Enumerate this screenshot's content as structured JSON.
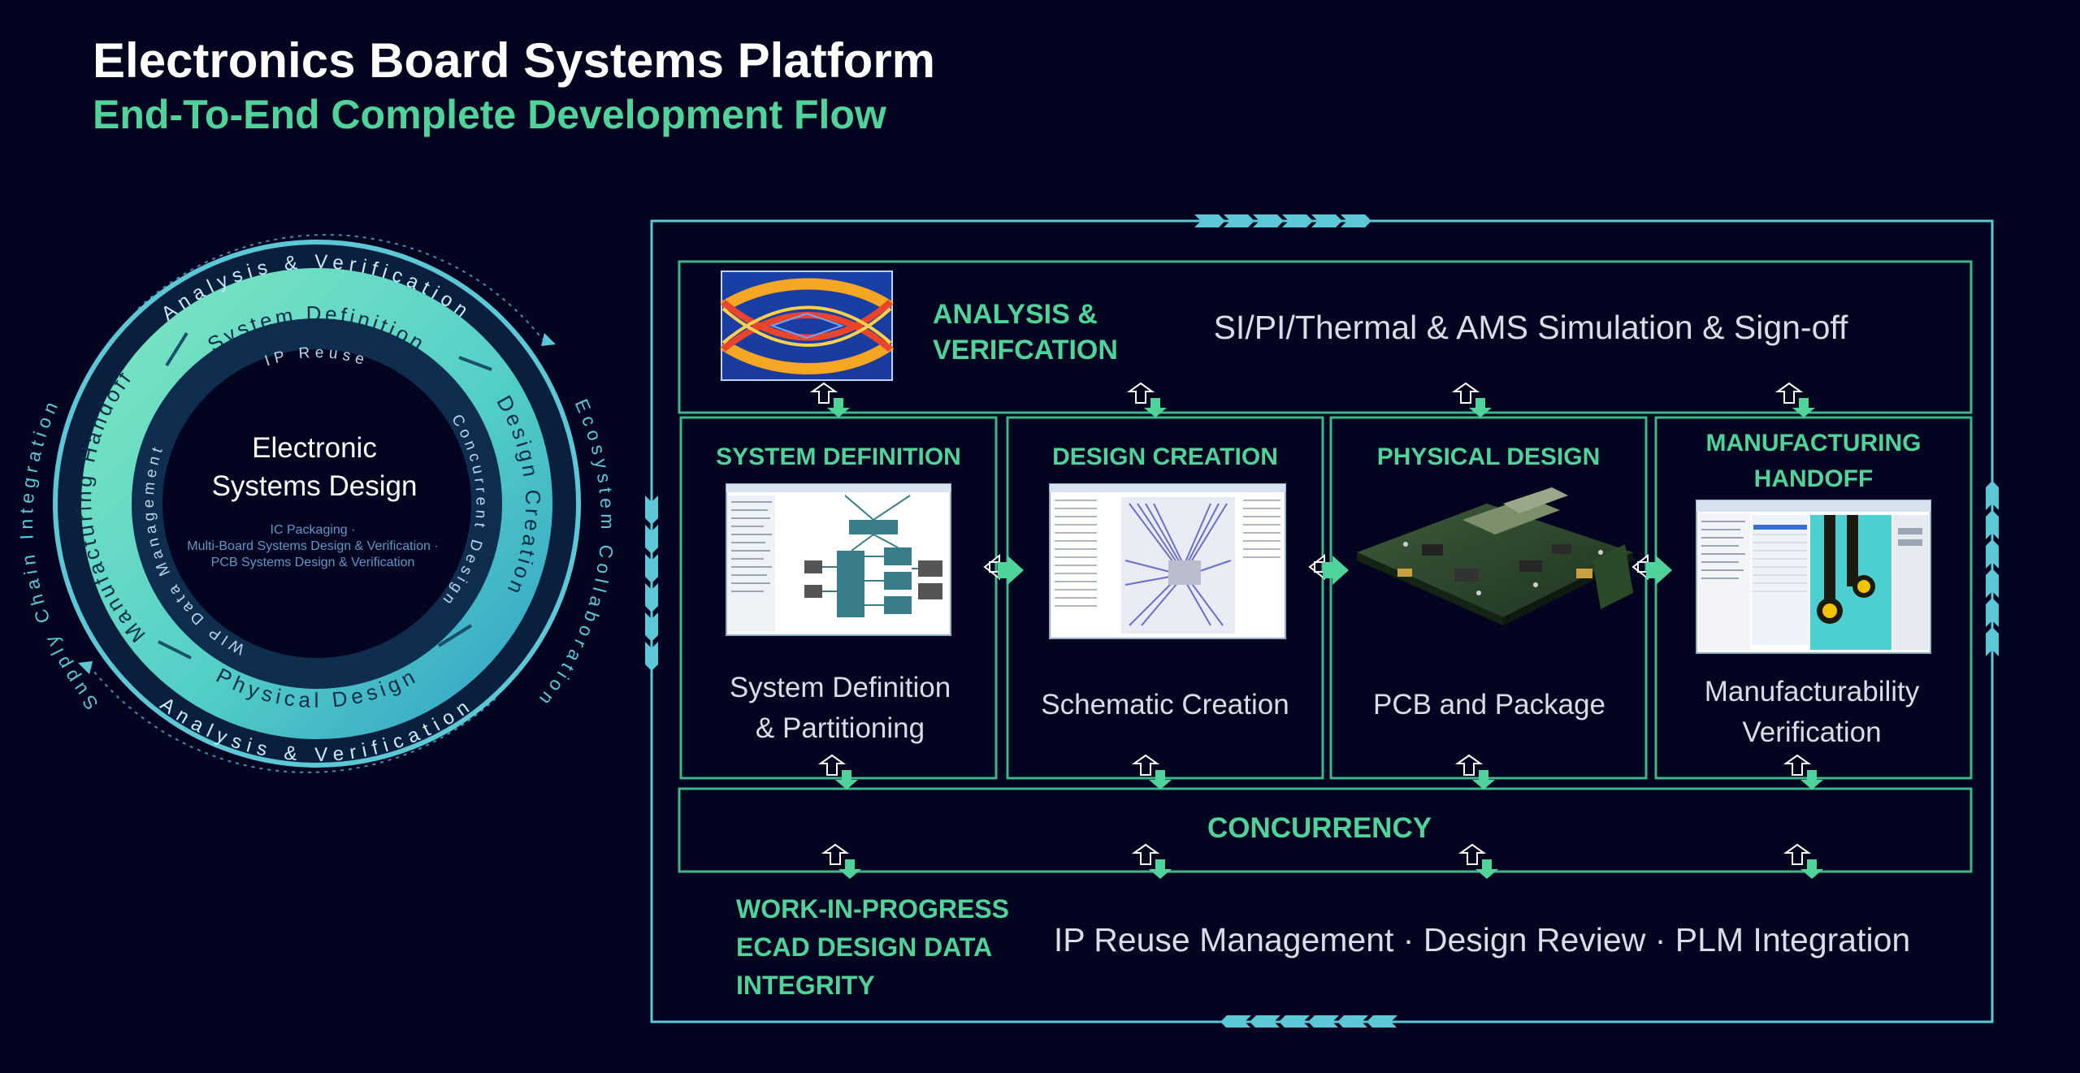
{
  "colors": {
    "background": "#03041f",
    "accent_green": "#4fd39a",
    "frame_cyan": "#5cc8d6",
    "box_green": "#3fb68a"
  },
  "header": {
    "title": "Electronics Board Systems Platform",
    "subtitle": "End-To-End Complete Development Flow"
  },
  "ring": {
    "center_title_line1": "Electronic",
    "center_title_line2": "Systems Design",
    "center_sub1": "IC Packaging ·",
    "center_sub2": "Multi-Board Systems Design & Verification ·",
    "center_sub3": "PCB Systems Design & Verification",
    "outer_top": "Analysis & Verification",
    "outer_bottom": "Analysis & Verification",
    "outer_left": "Supply Chain Integration",
    "outer_right": "Ecosystem Collaboration",
    "band_top": "System Definition",
    "band_right": "Design Creation",
    "band_bottom": "Physical Design",
    "band_left": "Manufacturing Handoff",
    "inner_top": "IP Reuse",
    "inner_right": "Concurrent Design",
    "inner_left": "WIP Data Management"
  },
  "flow": {
    "analysis": {
      "label_line1": "ANALYSIS &",
      "label_line2": "VERIFCATION",
      "text": "SI/PI/Thermal & AMS Simulation & Sign-off",
      "image_icon": "eye-diagram-icon"
    },
    "stages": [
      {
        "heading": "SYSTEM DEFINITION",
        "heading2": "",
        "caption1": "System Definition",
        "caption2": "& Partitioning",
        "image_icon": "block-diagram-screenshot"
      },
      {
        "heading": "DESIGN CREATION",
        "heading2": "",
        "caption1": "Schematic Creation",
        "caption2": "",
        "image_icon": "schematic-screenshot"
      },
      {
        "heading": "PHYSICAL DESIGN",
        "heading2": "",
        "caption1": "PCB and Package",
        "caption2": "",
        "image_icon": "pcb-board-image"
      },
      {
        "heading": "MANUFACTURING",
        "heading2": "HANDOFF",
        "caption1": "Manufacturability",
        "caption2": "Verification",
        "image_icon": "dfm-screenshot"
      }
    ],
    "concurrency": "CONCURRENCY",
    "wip": {
      "line1": "WORK-IN-PROGRESS",
      "line2": "ECAD DESIGN DATA",
      "line3": "INTEGRITY",
      "text": "IP Reuse Management · Design Review · PLM Integration"
    }
  }
}
